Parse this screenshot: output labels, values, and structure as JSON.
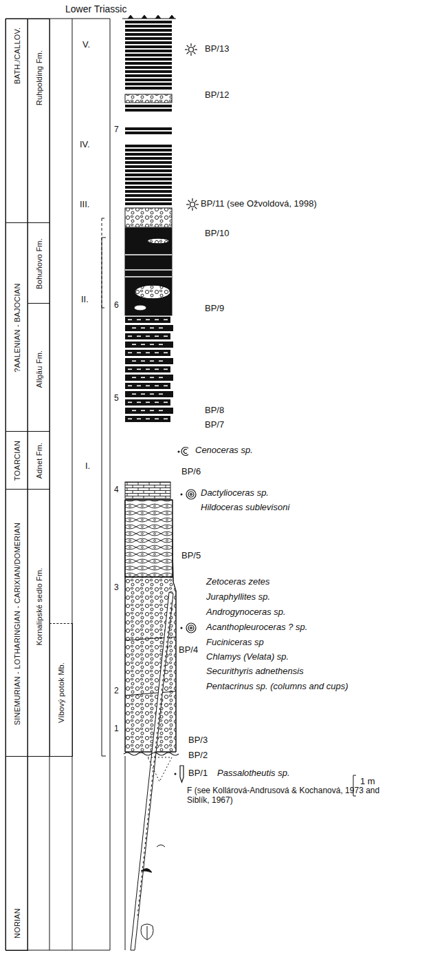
{
  "diagram": {
    "nodes": [
      {
        "text": [
          "BATH./CALLOV."
        ]
      },
      {
        "text": [
          "?AALENIAN - BAJOCIAN"
        ]
      },
      {
        "text": [
          "TOARCIAN"
        ]
      },
      {
        "text": [
          "SINEMURIAN - LOTHARINGIAN - CARIXIAN/DOMERIAN"
        ]
      },
      {
        "text": [
          "NORIAN"
        ]
      },
      {
        "text": [
          "Ruhpolding Fm."
        ]
      },
      {
        "text": [
          "Bohuňovo Fm."
        ]
      },
      {
        "text": [
          "Allgäu Fm."
        ]
      },
      {
        "text": [
          "Adnet Fm."
        ]
      },
      {
        "text": [
          "Kornalipské sedlo Fm."
        ]
      },
      {
        "text": [
          "Víbový potok Mb."
        ]
      }
    ],
    "labels": [
      "Lower Triassic",
      "V.",
      "IV.",
      "III.",
      "II.",
      "I.",
      "7",
      "6",
      "5",
      "4",
      "3",
      "2",
      "1",
      "BP/13",
      "BP/12",
      "BP/11 (see Ožvoldová, 1998)",
      "BP/10",
      "BP/9",
      "BP/8",
      "BP/7",
      "Cenoceras sp.",
      "BP/6",
      "Dactylioceras sp.",
      "Hildoceras sublevisoni",
      "BP/5",
      "Zetoceras zetes",
      "Juraphyllites sp.",
      "Androgynoceras sp.",
      "Acanthopleuroceras ? sp.",
      "Fuciniceras sp",
      "BP/4",
      "Chlamys (Velata) sp.",
      "Securithyris adnethensis",
      "Pentacrinus sp. (columns and cups)",
      "1 m",
      "BP/3",
      "BP/2",
      "BP/1",
      "Passalotheutis sp.",
      "F (see Kollárová-Andrusová & Kochanová, 1973 and Siblík, 1967)"
    ]
  }
}
